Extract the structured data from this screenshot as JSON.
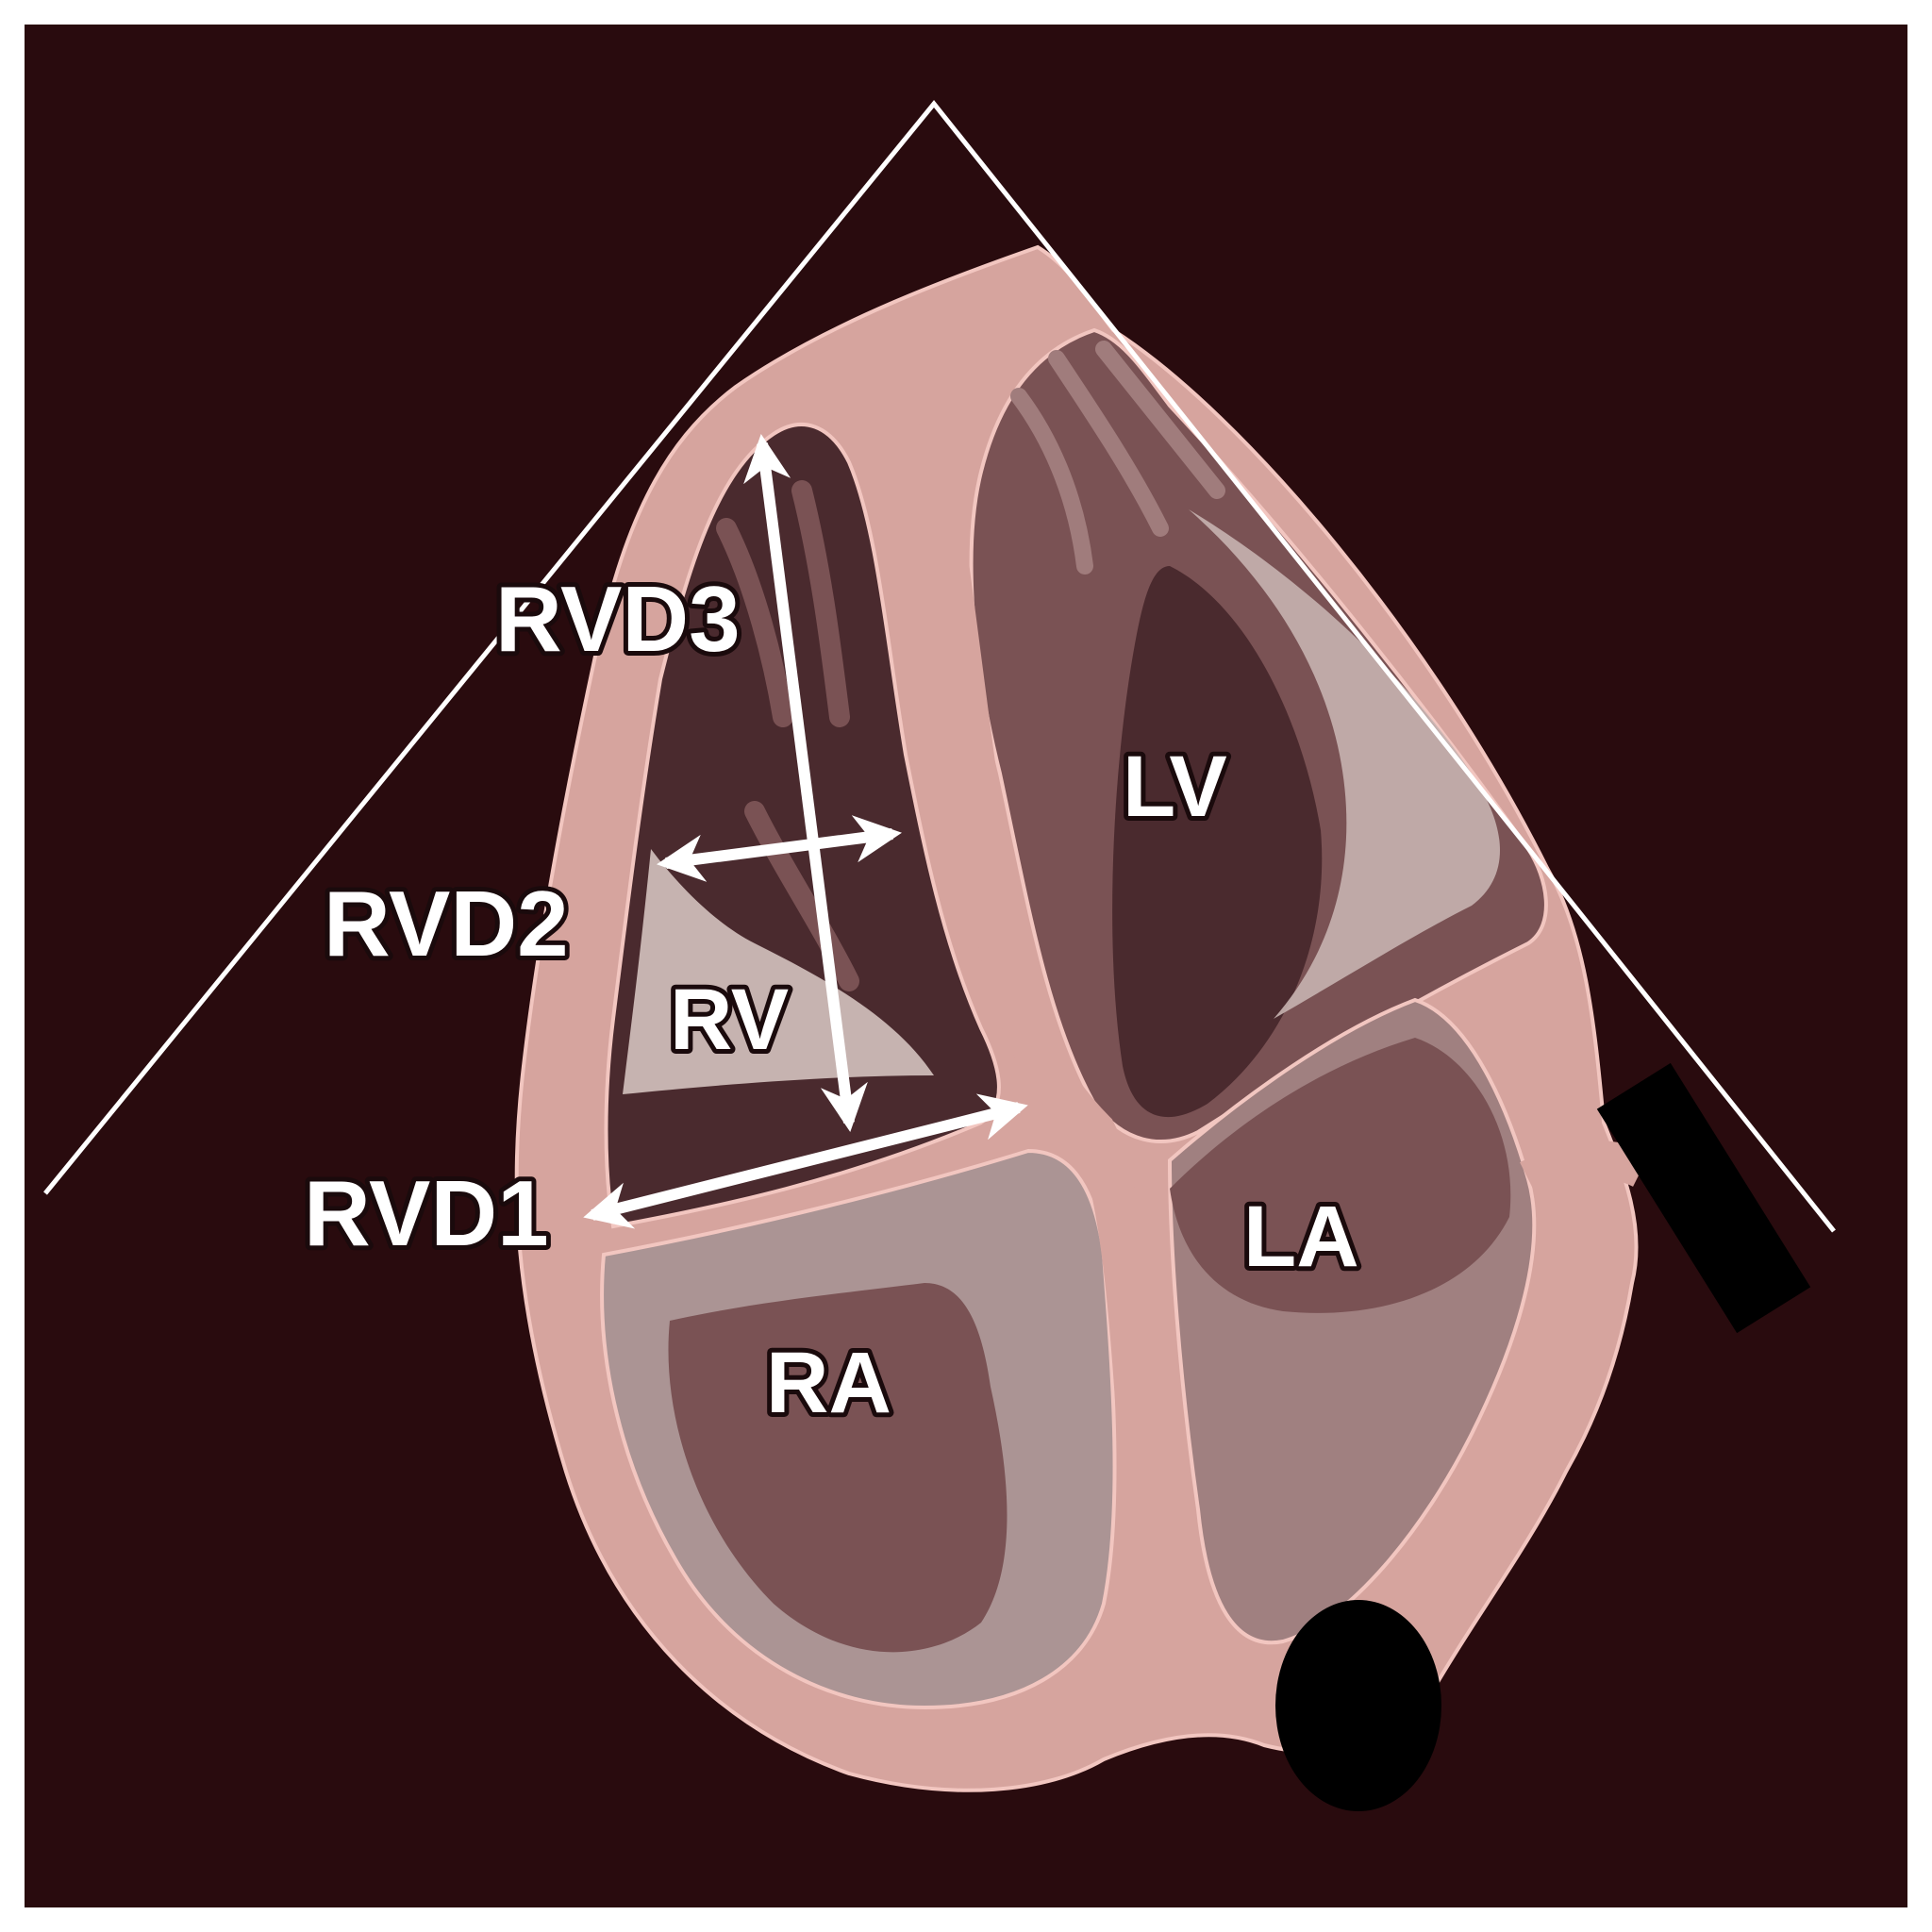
{
  "diagram": {
    "description_labels": {
      "rvd3": "RVD3",
      "rvd2": "RVD2",
      "rvd1": "RVD1",
      "rv": "RV",
      "lv": "LV",
      "ra": "RA",
      "la": "LA"
    },
    "colors": {
      "background": "#290b0e",
      "myocardium": "#d6a49e",
      "myocardium_edge": "#f2c6c0",
      "cavity_dark": "#4a2a2e",
      "cavity_mid": "#7a5254",
      "blood_light": "#ab9494",
      "pale_tissue": "#c6b3b0",
      "sector_line": "#ffffff",
      "arrow": "#ffffff",
      "marker": "#000000"
    }
  }
}
